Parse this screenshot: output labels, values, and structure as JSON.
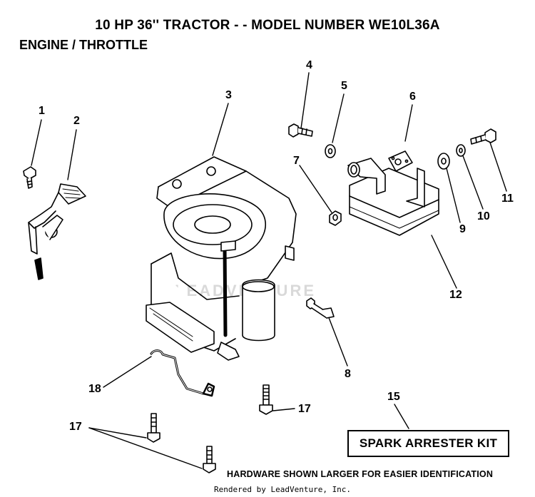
{
  "title": "10 HP 36'' TRACTOR - - MODEL NUMBER WE10L36A",
  "subtitle": "ENGINE / THROTTLE",
  "callouts": [
    "1",
    "2",
    "3",
    "4",
    "5",
    "6",
    "7",
    "8",
    "9",
    "10",
    "11",
    "12",
    "15",
    "17",
    "17",
    "18"
  ],
  "kit_label": "SPARK ARRESTER KIT",
  "hardware_note": "HARDWARE SHOWN LARGER FOR EASIER IDENTIFICATION",
  "rendered_by": "Rendered by LeadVenture, Inc.",
  "watermark": "LEADVENTURE"
}
